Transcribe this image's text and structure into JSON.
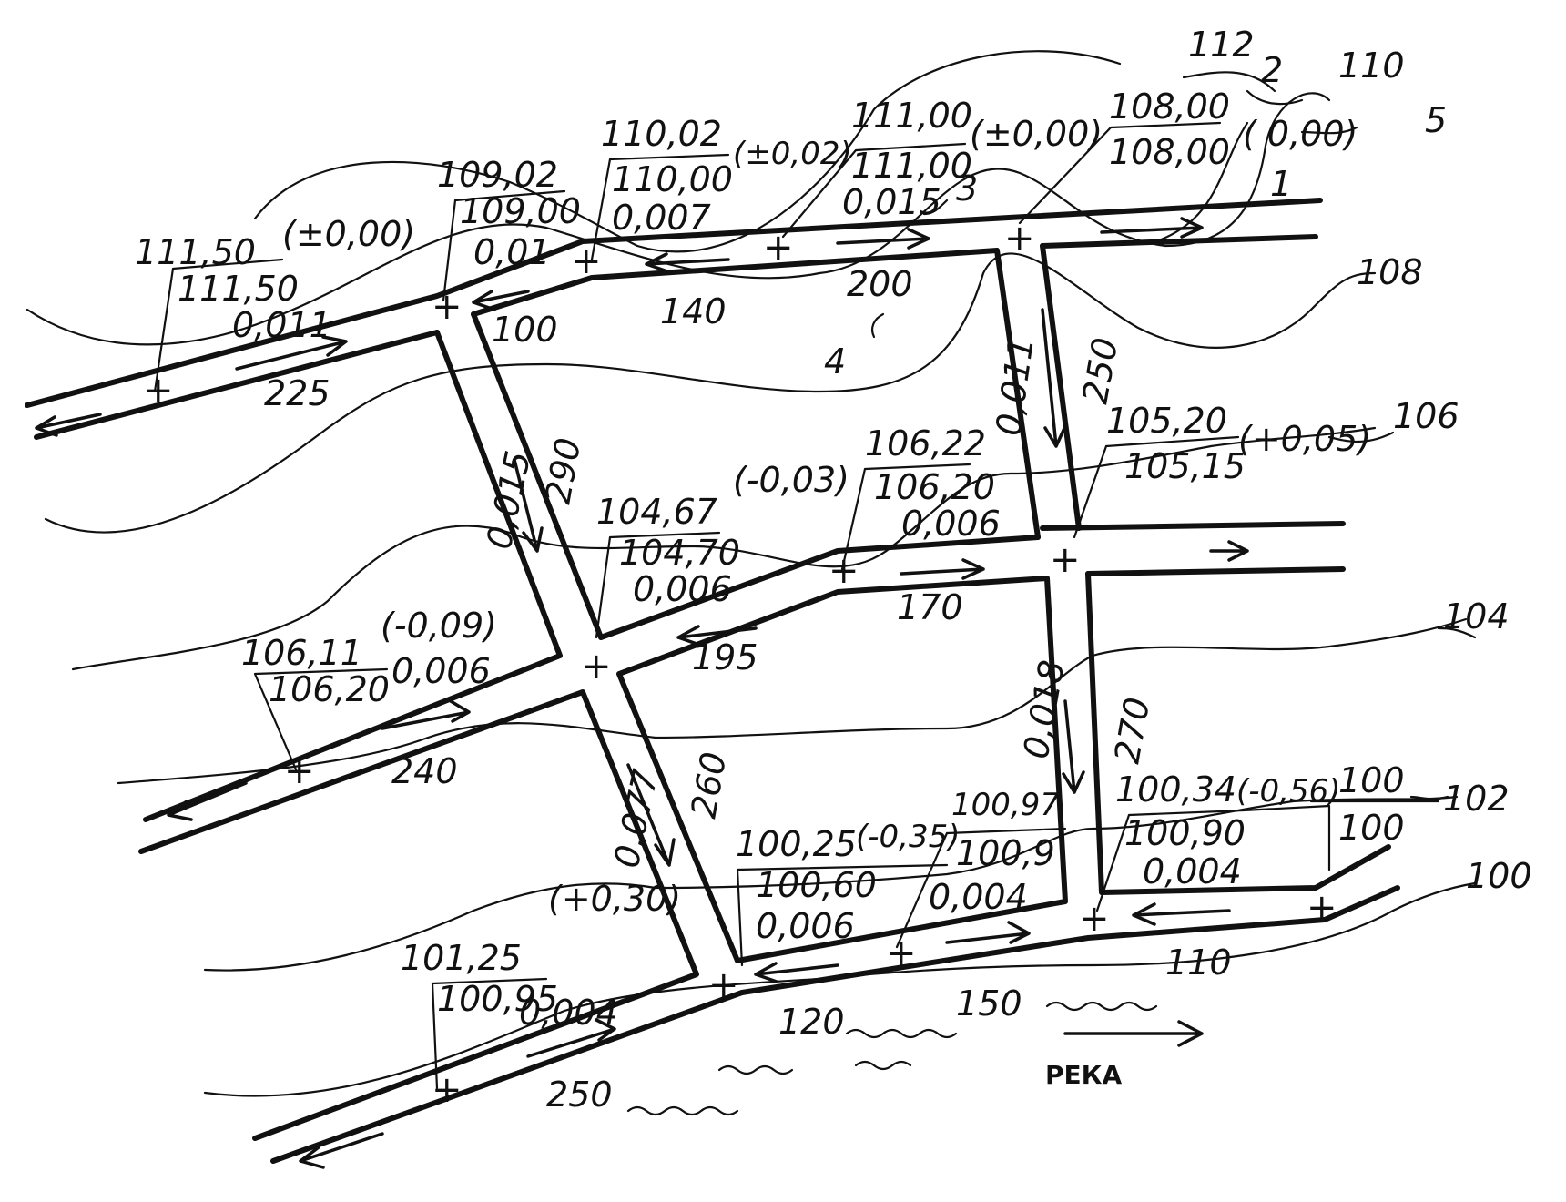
{
  "contours": [
    "112",
    "110",
    "108",
    "106",
    "104",
    "102",
    "100"
  ],
  "callouts": [
    "1",
    "2",
    "3",
    "4",
    "5"
  ],
  "river_label": "РЕКА",
  "points": [
    {
      "black": "111,50",
      "red": "111,50",
      "diff": "(±0,00)",
      "slope": "0,011"
    },
    {
      "black": "109,02",
      "red": "109,00",
      "slope": "0,01"
    },
    {
      "black": "110,02",
      "red": "110,00",
      "diff": "(±0,02)",
      "slope": "0,007"
    },
    {
      "black": "111,00",
      "red": "111,00",
      "diff": "(±0,00)",
      "slope": "0,015"
    },
    {
      "black": "108,00",
      "red": "108,00",
      "diff": "( 0,00)"
    },
    {
      "black": "105,20",
      "red": "105,15",
      "diff": "(+0,05)"
    },
    {
      "black": "106,22",
      "red": "106,20",
      "slope": "0,006"
    },
    {
      "black": "104,67",
      "red": "104,70",
      "diff": "(-0,03)",
      "slope": "0,006"
    },
    {
      "black": "106,11",
      "red": "106,20",
      "diff": "(-0,09)",
      "slope": "0,006"
    },
    {
      "black": "101,25",
      "red": "100,95",
      "diff": "(+0,30)",
      "slope": "0,004"
    },
    {
      "black": "100,25",
      "red": "100,60",
      "diff": "(-0,35)",
      "slope": "0,006"
    },
    {
      "black": "100,97",
      "red": "100,9",
      "slope": "0,004"
    },
    {
      "black": "100,34",
      "red": "100,90",
      "diff": "(-0,56)",
      "slope": "0,004"
    },
    {
      "black": "100",
      "red": "100"
    }
  ],
  "lengths": [
    "225",
    "100",
    "140",
    "200",
    "250",
    "290",
    "170",
    "195",
    "240",
    "260",
    "270",
    "250",
    "120",
    "150",
    "110"
  ],
  "slopes_on_streets": [
    "0,015",
    "0,011",
    "0,018",
    "0,077"
  ]
}
